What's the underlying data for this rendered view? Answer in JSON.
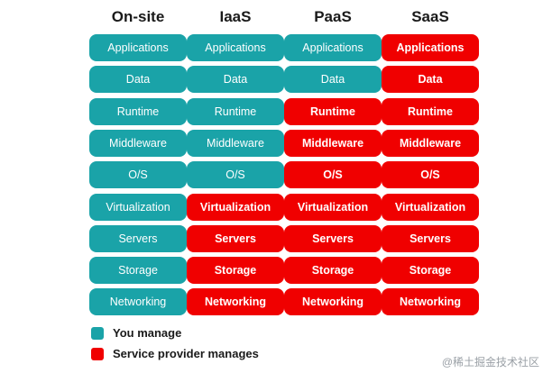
{
  "colors": {
    "you_manage": "#1aa3a8",
    "provider_manages": "#f00000"
  },
  "columns": [
    {
      "title": "On-site",
      "cells": [
        {
          "label": "Applications",
          "owner": "you"
        },
        {
          "label": "Data",
          "owner": "you"
        },
        {
          "label": "Runtime",
          "owner": "you"
        },
        {
          "label": "Middleware",
          "owner": "you"
        },
        {
          "label": "O/S",
          "owner": "you"
        },
        {
          "label": "Virtualization",
          "owner": "you"
        },
        {
          "label": "Servers",
          "owner": "you"
        },
        {
          "label": "Storage",
          "owner": "you"
        },
        {
          "label": "Networking",
          "owner": "you"
        }
      ]
    },
    {
      "title": "IaaS",
      "cells": [
        {
          "label": "Applications",
          "owner": "you"
        },
        {
          "label": "Data",
          "owner": "you"
        },
        {
          "label": "Runtime",
          "owner": "you"
        },
        {
          "label": "Middleware",
          "owner": "you"
        },
        {
          "label": "O/S",
          "owner": "you"
        },
        {
          "label": "Virtualization",
          "owner": "provider"
        },
        {
          "label": "Servers",
          "owner": "provider"
        },
        {
          "label": "Storage",
          "owner": "provider"
        },
        {
          "label": "Networking",
          "owner": "provider"
        }
      ]
    },
    {
      "title": "PaaS",
      "cells": [
        {
          "label": "Applications",
          "owner": "you"
        },
        {
          "label": "Data",
          "owner": "you"
        },
        {
          "label": "Runtime",
          "owner": "provider"
        },
        {
          "label": "Middleware",
          "owner": "provider"
        },
        {
          "label": "O/S",
          "owner": "provider"
        },
        {
          "label": "Virtualization",
          "owner": "provider"
        },
        {
          "label": "Servers",
          "owner": "provider"
        },
        {
          "label": "Storage",
          "owner": "provider"
        },
        {
          "label": "Networking",
          "owner": "provider"
        }
      ]
    },
    {
      "title": "SaaS",
      "cells": [
        {
          "label": "Applications",
          "owner": "provider"
        },
        {
          "label": "Data",
          "owner": "provider"
        },
        {
          "label": "Runtime",
          "owner": "provider"
        },
        {
          "label": "Middleware",
          "owner": "provider"
        },
        {
          "label": "O/S",
          "owner": "provider"
        },
        {
          "label": "Virtualization",
          "owner": "provider"
        },
        {
          "label": "Servers",
          "owner": "provider"
        },
        {
          "label": "Storage",
          "owner": "provider"
        },
        {
          "label": "Networking",
          "owner": "provider"
        }
      ]
    }
  ],
  "legend": {
    "you_manage": "You manage",
    "provider_manages": "Service provider manages"
  },
  "watermark": "@稀土掘金技术社区"
}
